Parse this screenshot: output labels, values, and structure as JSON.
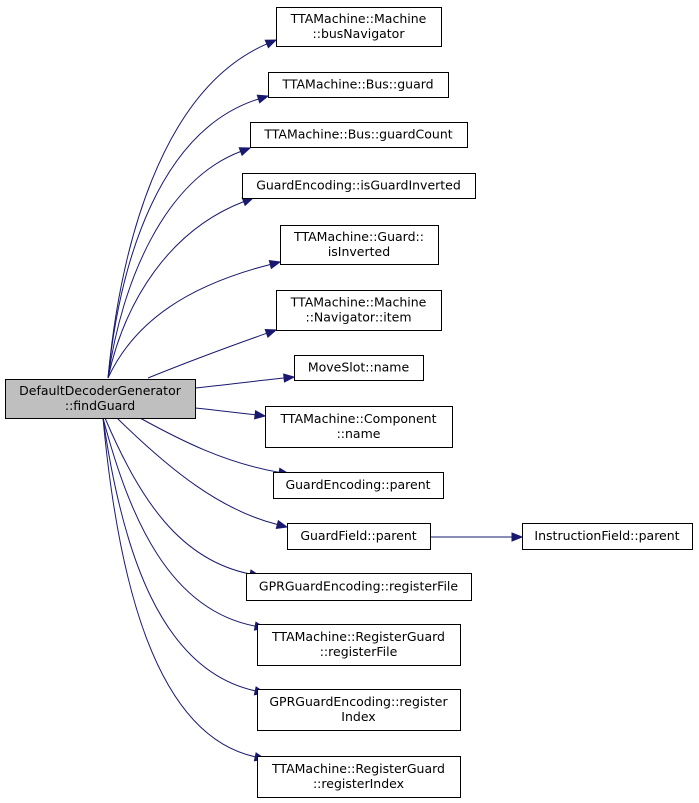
{
  "diagram": {
    "edge_color": "#191970",
    "root_fill": "#bfbfbf",
    "nodes": [
      {
        "id": "root",
        "lines": [
          "DefaultDecoderGenerator",
          "::findGuard"
        ],
        "root": true
      },
      {
        "id": "busNavigator",
        "lines": [
          "TTAMachine::Machine",
          "::busNavigator"
        ]
      },
      {
        "id": "busGuard",
        "lines": [
          "TTAMachine::Bus::guard"
        ]
      },
      {
        "id": "busGuardCount",
        "lines": [
          "TTAMachine::Bus::guardCount"
        ]
      },
      {
        "id": "isGuardInverted",
        "lines": [
          "GuardEncoding::isGuardInverted"
        ]
      },
      {
        "id": "guardIsInverted",
        "lines": [
          "TTAMachine::Guard::",
          "isInverted"
        ]
      },
      {
        "id": "navigatorItem",
        "lines": [
          "TTAMachine::Machine",
          "::Navigator::item"
        ]
      },
      {
        "id": "moveSlotName",
        "lines": [
          "MoveSlot::name"
        ]
      },
      {
        "id": "componentName",
        "lines": [
          "TTAMachine::Component",
          "::name"
        ]
      },
      {
        "id": "guardEncodingParent",
        "lines": [
          "GuardEncoding::parent"
        ]
      },
      {
        "id": "guardFieldParent",
        "lines": [
          "GuardField::parent"
        ]
      },
      {
        "id": "instructionFieldParent",
        "lines": [
          "InstructionField::parent"
        ]
      },
      {
        "id": "gprRegisterFile",
        "lines": [
          "GPRGuardEncoding::registerFile"
        ]
      },
      {
        "id": "regGuardRegisterFile",
        "lines": [
          "TTAMachine::RegisterGuard",
          "::registerFile"
        ]
      },
      {
        "id": "gprRegisterIndex",
        "lines": [
          "GPRGuardEncoding::register",
          "Index"
        ]
      },
      {
        "id": "regGuardRegisterIndex",
        "lines": [
          "TTAMachine::RegisterGuard",
          "::registerIndex"
        ]
      }
    ],
    "edges": [
      [
        "root",
        "busNavigator"
      ],
      [
        "root",
        "busGuard"
      ],
      [
        "root",
        "busGuardCount"
      ],
      [
        "root",
        "isGuardInverted"
      ],
      [
        "root",
        "guardIsInverted"
      ],
      [
        "root",
        "navigatorItem"
      ],
      [
        "root",
        "moveSlotName"
      ],
      [
        "root",
        "componentName"
      ],
      [
        "root",
        "guardEncodingParent"
      ],
      [
        "root",
        "guardFieldParent"
      ],
      [
        "root",
        "gprRegisterFile"
      ],
      [
        "root",
        "regGuardRegisterFile"
      ],
      [
        "root",
        "gprRegisterIndex"
      ],
      [
        "root",
        "regGuardRegisterIndex"
      ],
      [
        "guardFieldParent",
        "instructionFieldParent"
      ]
    ]
  }
}
